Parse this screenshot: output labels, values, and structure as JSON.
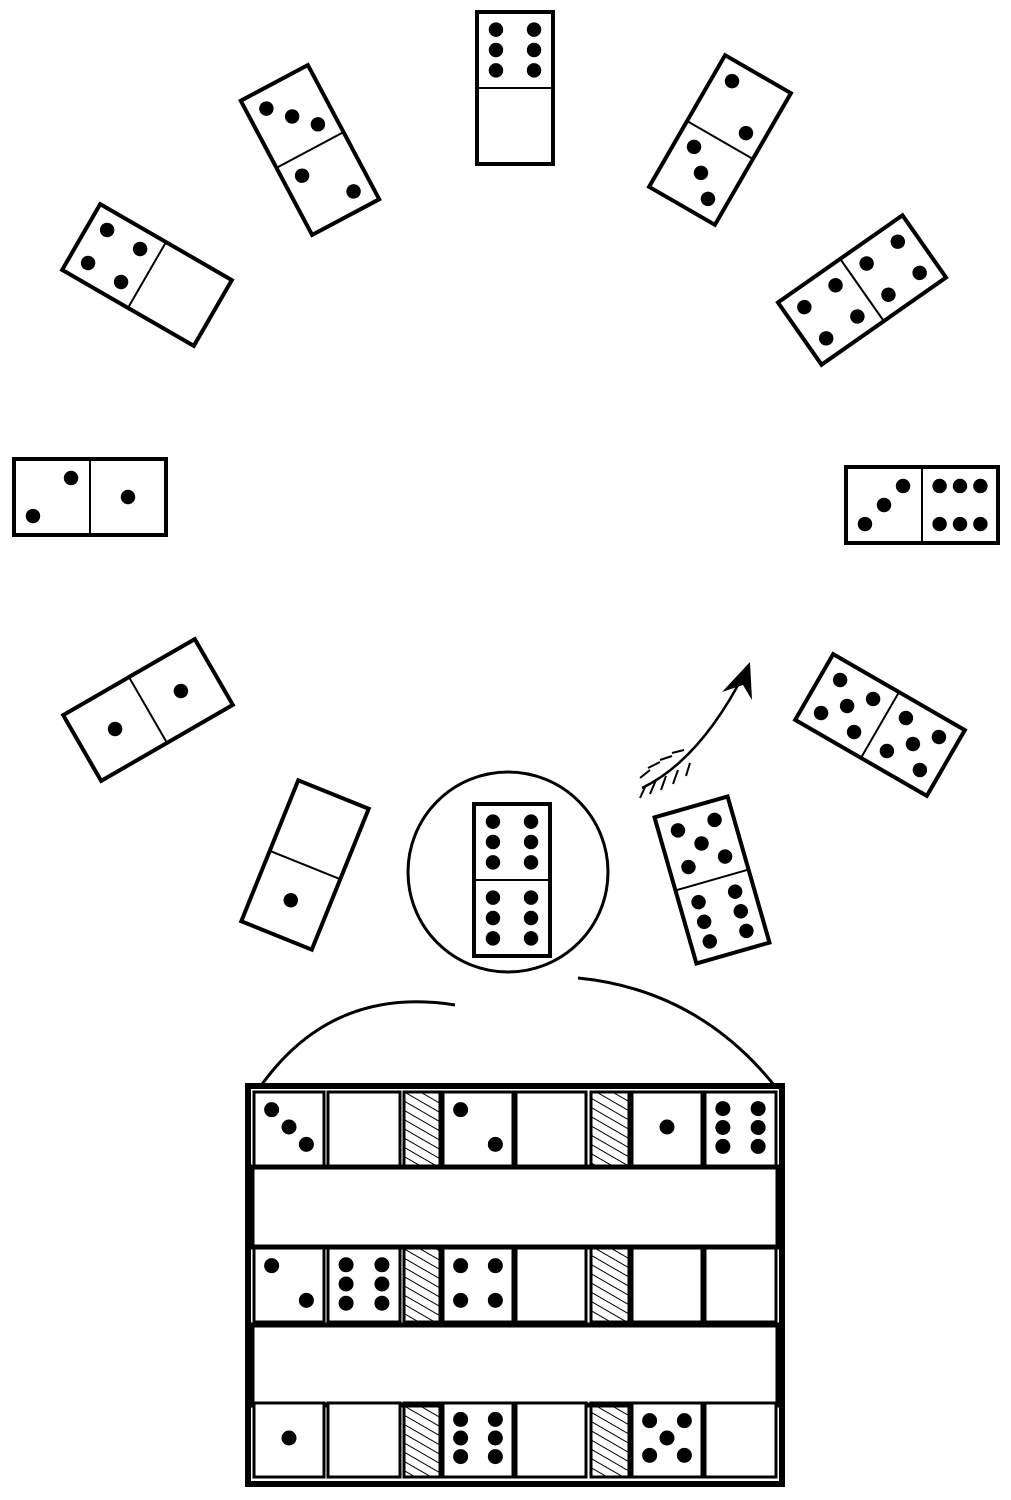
{
  "colors": {
    "ink": "#000000",
    "paper": "#ffffff"
  },
  "circle_dominoes": [
    {
      "id": "top",
      "pips": [
        6,
        0
      ]
    },
    {
      "id": "upper-right",
      "pips": [
        2,
        3
      ]
    },
    {
      "id": "right-upper",
      "pips": [
        4,
        4
      ]
    },
    {
      "id": "right",
      "pips": [
        6,
        3
      ]
    },
    {
      "id": "right-lower",
      "pips": [
        5,
        5
      ]
    },
    {
      "id": "lower-right",
      "pips": [
        5,
        6
      ]
    },
    {
      "id": "lower-left",
      "pips": [
        0,
        1
      ]
    },
    {
      "id": "left-lower",
      "pips": [
        1,
        1
      ]
    },
    {
      "id": "left",
      "pips": [
        1,
        2
      ]
    },
    {
      "id": "left-upper",
      "pips": [
        0,
        4
      ]
    },
    {
      "id": "upper-left",
      "pips": [
        3,
        2
      ]
    }
  ],
  "highlighted_domino": {
    "pips": [
      6,
      6
    ]
  },
  "arrow": {
    "direction": "clockwise"
  },
  "board": {
    "rows": [
      [
        3,
        0,
        "hatch",
        2,
        0,
        "hatch",
        1,
        6
      ],
      [
        2,
        6,
        "hatch",
        4,
        0,
        "hatch",
        0,
        0
      ],
      [
        1,
        0,
        "hatch",
        6,
        0,
        "hatch",
        5,
        0
      ]
    ]
  }
}
